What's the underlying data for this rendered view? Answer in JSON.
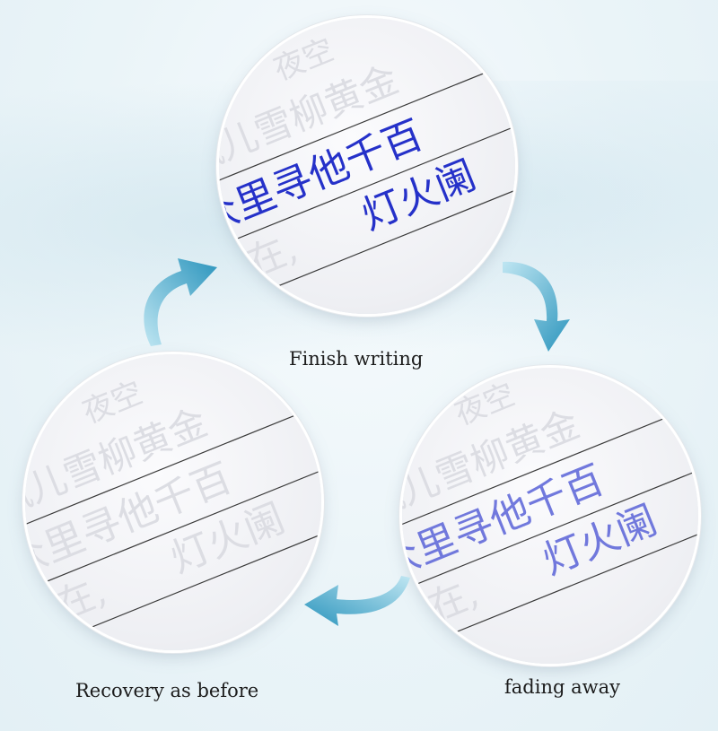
{
  "captions": {
    "finish": "Finish writing",
    "recovery": "Recovery as before",
    "fading": "fading away"
  },
  "practice_text": {
    "line1": "夜空",
    "line2": "风儿雪柳黄金",
    "line3": "众里寻他千百",
    "line4": "灯火阑",
    "line5": "那在,"
  },
  "colors": {
    "ink": "#2531c9",
    "ink_faded": "#5a63d8",
    "arrow": "#3aa6c9"
  },
  "icons": {
    "arrow_top_right": "curved-arrow-right-down-icon",
    "arrow_bottom": "curved-arrow-left-icon",
    "arrow_left": "curved-arrow-up-right-icon"
  }
}
